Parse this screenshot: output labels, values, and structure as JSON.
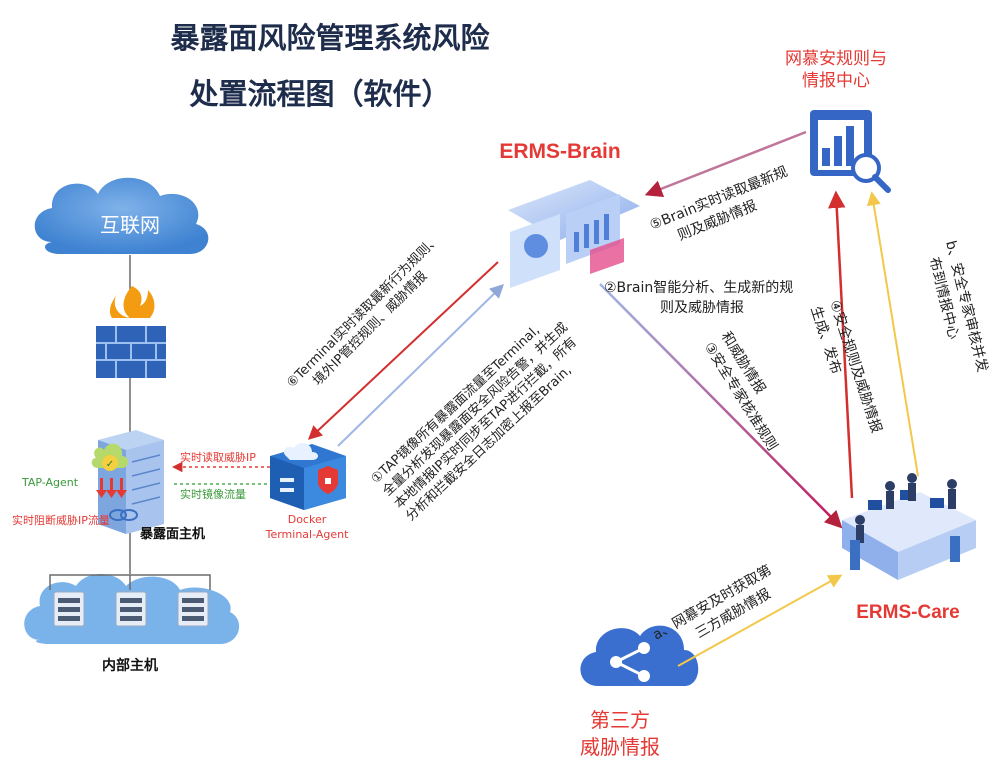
{
  "title": {
    "line1": "暴露面风险管理系统风险",
    "line2": "处置流程图（软件）"
  },
  "nodes": {
    "internet": "互联网",
    "exposed_host": "暴露面主机",
    "internal_host": "内部主机",
    "tap_agent": "TAP-Agent",
    "docker_line1": "Docker",
    "docker_line2": "Terminal-Agent",
    "brain": "ERMS-Brain",
    "care": "ERMS-Care",
    "intel_center_line1": "网慕安规则与",
    "intel_center_line2": "情报中心",
    "third_party_line1": "第三方",
    "third_party_line2": "威胁情报"
  },
  "small_labels": {
    "read_threat_ip": "实时读取威胁IP",
    "mirror_traffic": "实时镜像流量",
    "block_traffic": "实时阻断威胁IP流量"
  },
  "steps": {
    "s1_l1": "①TAP镜像所有暴露面流量至Terminal,",
    "s1_l2": "全量分析发现暴露面安全风险告警，并生成",
    "s1_l3": "本地情报IP实时同步至TAP进行拦截，所有",
    "s1_l4": "分析和拦截安全日志加密上报至Brain,",
    "s2_l1": "②Brain智能分析、生成新的规",
    "s2_l2": "则及威胁情报",
    "s3_l1": "③安全专家核准规则",
    "s3_l2": "和威胁情报",
    "s4_l1": "④安全规则及威胁情报",
    "s4_l2": "生成、发布",
    "s5_l1": "⑤Brain实时读取最新规",
    "s5_l2": "则及威胁情报",
    "s6_l1": "⑥Terminal实时读取最新行为规则、",
    "s6_l2": "境外IP管控规则、威胁情报",
    "sa_l1": "a、网慕安及时获取第",
    "sa_l2": "三方威胁情报",
    "sb_l1": "b、安全专家审核并发",
    "sb_l2": "布到情报中心"
  }
}
